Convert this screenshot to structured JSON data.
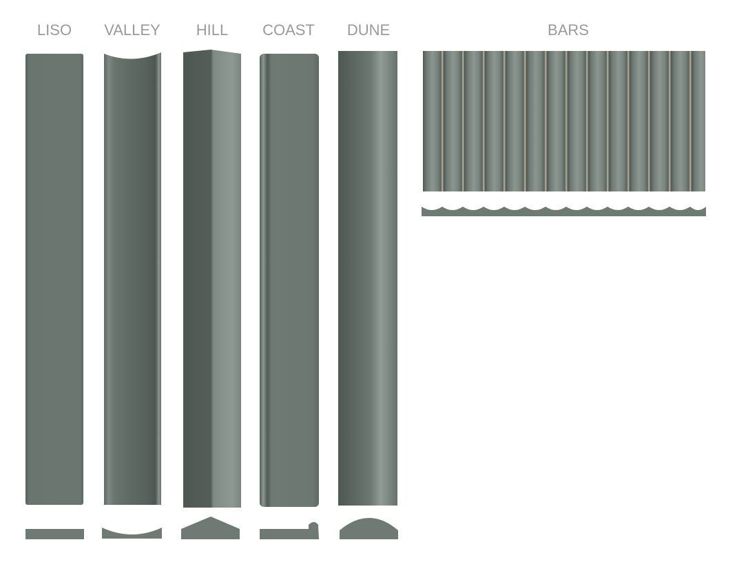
{
  "profiles": [
    {
      "name": "LISO"
    },
    {
      "name": "VALLEY"
    },
    {
      "name": "HILL"
    },
    {
      "name": "COAST"
    },
    {
      "name": "DUNE"
    },
    {
      "name": "BARS"
    }
  ],
  "colors": {
    "panel": "#6b7770",
    "panel_dark": "#56605a",
    "panel_light": "#8e9992",
    "bars_highlight": "#b8a890",
    "profile": "#6e7a73",
    "label": "#9a9a9a"
  }
}
